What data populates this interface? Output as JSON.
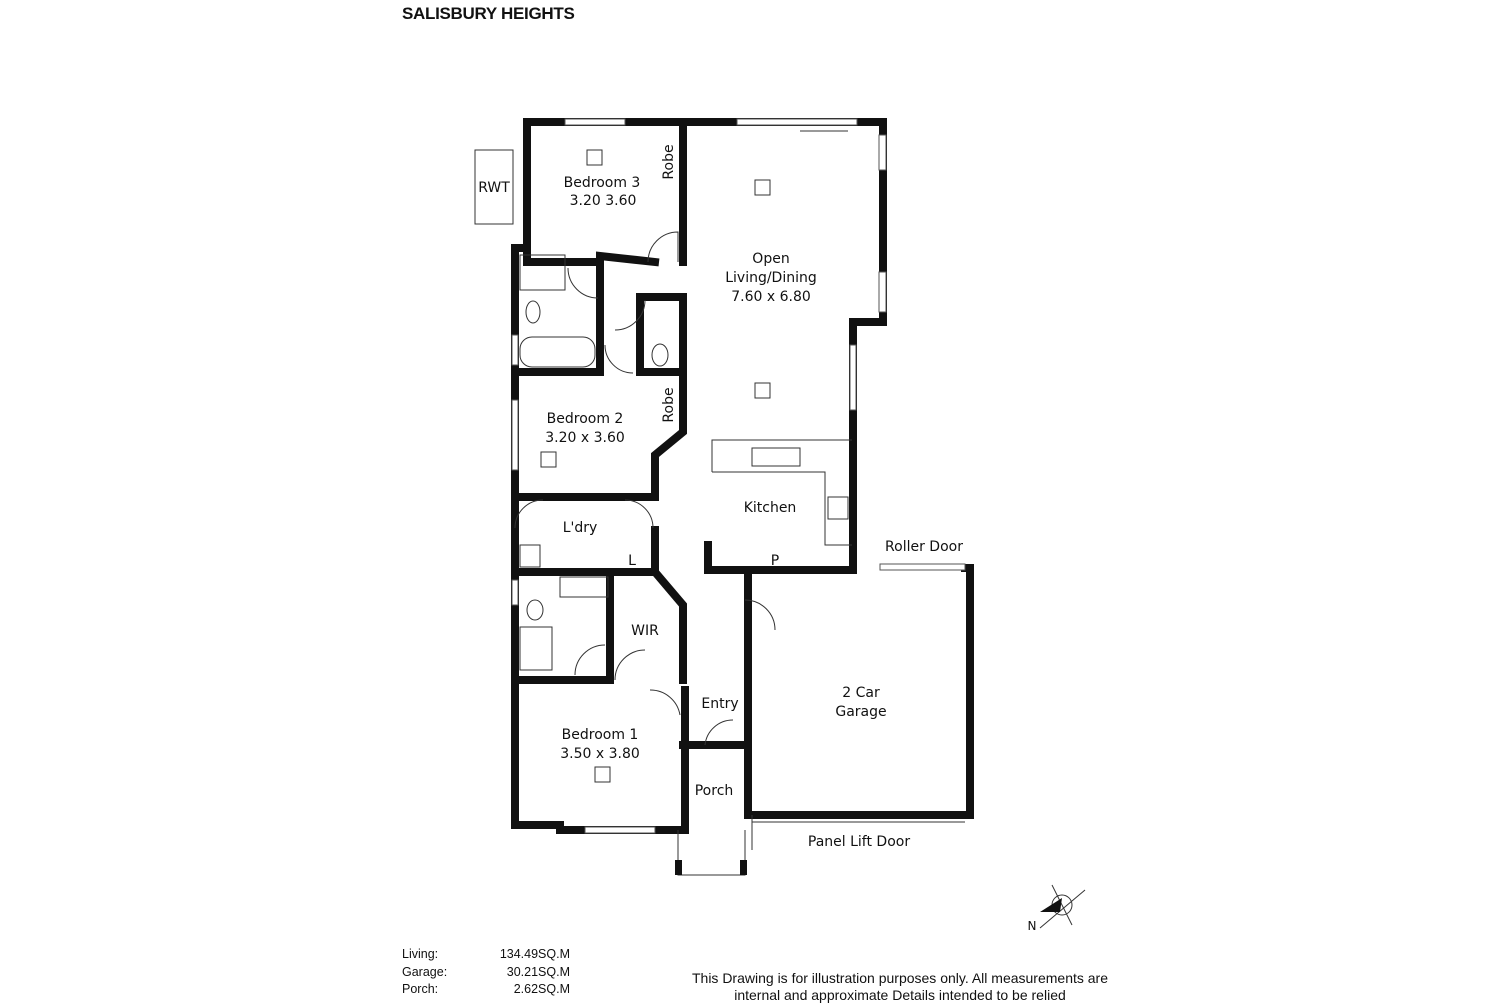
{
  "title": "SALISBURY HEIGHTS",
  "rooms": {
    "rwt": "RWT",
    "bedroom3": {
      "name": "Bedroom 3",
      "dims": "3.20   3.60"
    },
    "robe1": "Robe",
    "living": {
      "line1": "Open",
      "line2": "Living/Dining",
      "dims": "7.60 x 6.80"
    },
    "bedroom2": {
      "name": "Bedroom 2",
      "dims": "3.20 x 3.60"
    },
    "robe2": "Robe",
    "kitchen": "Kitchen",
    "laundry": "L'dry",
    "linen": "L",
    "pantry": "P",
    "wir": "WIR",
    "entry": "Entry",
    "bedroom1": {
      "name": "Bedroom 1",
      "dims": "3.50 x 3.80"
    },
    "porch": "Porch",
    "garage": {
      "line1": "2 Car",
      "line2": "Garage"
    },
    "roller_door": "Roller Door",
    "panel_door": "Panel Lift Door"
  },
  "compass": "N",
  "areas": [
    {
      "label": "Living:",
      "value": "134.49SQ.M"
    },
    {
      "label": "Garage:",
      "value": "30.21SQ.M"
    },
    {
      "label": "Porch:",
      "value": "2.62SQ.M"
    }
  ],
  "disclaimer": "This Drawing is for illustration purposes only. All measurements are internal and approximate Details intended to be relied"
}
